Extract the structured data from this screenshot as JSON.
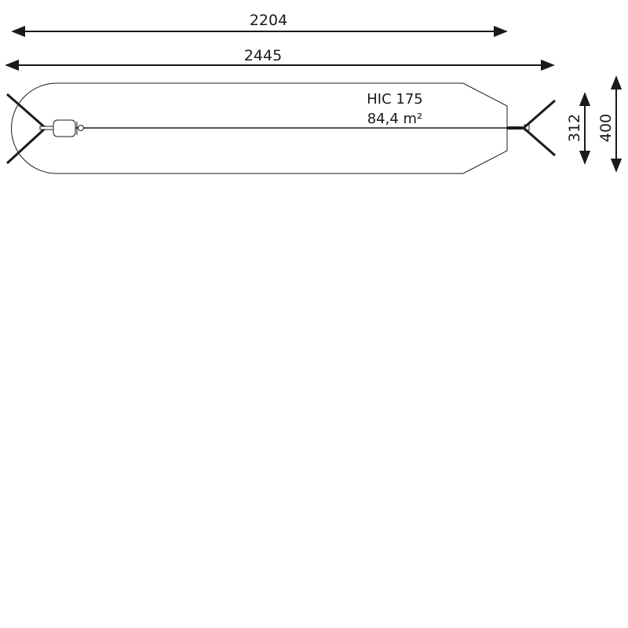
{
  "dimensions": {
    "inner_length": "2204",
    "outer_length": "2445",
    "inner_width": "312",
    "outer_width": "400"
  },
  "product": {
    "code": "HIC 175",
    "area": "84,4 m²"
  },
  "colors": {
    "line": "#1a1a1a"
  }
}
